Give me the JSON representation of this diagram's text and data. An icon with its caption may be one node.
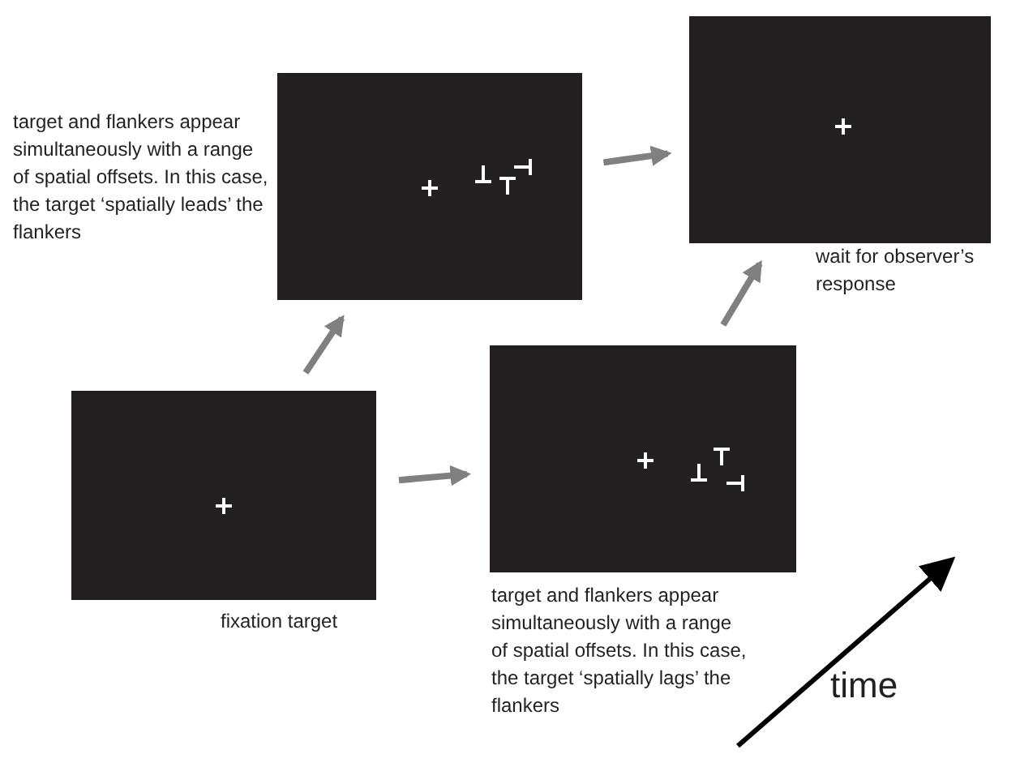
{
  "diagram": {
    "nodes": [
      {
        "text": [],
        "shape": "box",
        "beside": [
          "fixation target"
        ]
      },
      {
        "text": [],
        "shape": "box",
        "beside": [
          "target and flankers appear simultaneously with a range of spatial offsets. In this case, the target ‘spatially leads’ the flankers"
        ]
      },
      {
        "text": [],
        "shape": "box",
        "beside": [
          "target and flankers appear simultaneously with a range of spatial offsets. In this case, the target ‘spatially lags’ the flankers"
        ]
      },
      {
        "text": [],
        "shape": "box",
        "beside": [
          "wait for observer’s response"
        ]
      }
    ],
    "edges": [
      {
        "from": 0,
        "to": 1,
        "arrow": "to"
      },
      {
        "from": 0,
        "to": 2,
        "arrow": "to"
      },
      {
        "from": 1,
        "to": 3,
        "arrow": "to"
      },
      {
        "from": 2,
        "to": 3,
        "arrow": "to"
      }
    ],
    "labels": [
      "time"
    ]
  }
}
